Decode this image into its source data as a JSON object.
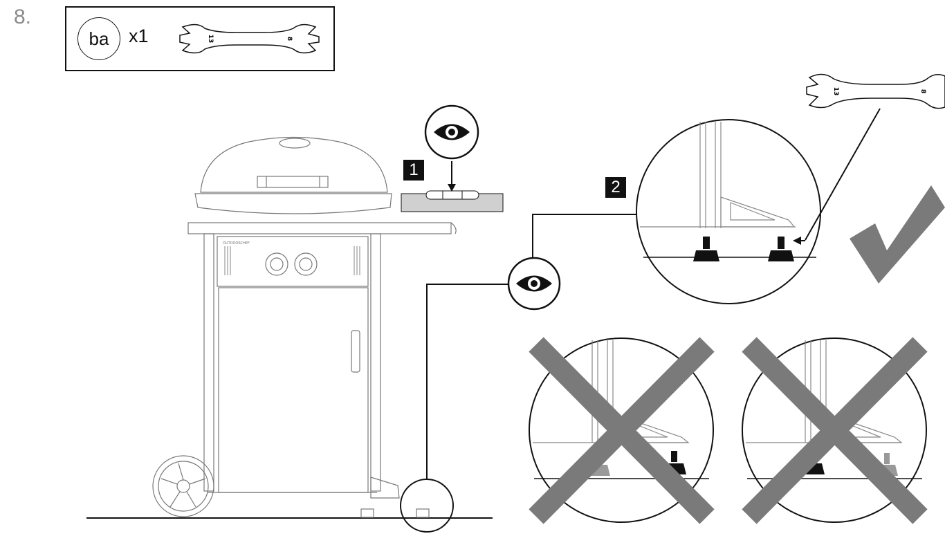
{
  "step": {
    "number": "8."
  },
  "parts": {
    "code": "ba",
    "quantity": "x1",
    "wrench_sizes": [
      "13",
      "8"
    ],
    "wrench_icon": "open-end-wrench-icon"
  },
  "grill": {
    "brand_label": "OUTDOORCHEF"
  },
  "callouts": {
    "level_check": "1",
    "foot_adjust": "2"
  },
  "icons": {
    "inspect": "eye-icon",
    "correct": "checkmark-icon",
    "incorrect": "cross-icon"
  },
  "colors": {
    "line": "#111111",
    "mark": "#7a7a7a",
    "level_body": "#d0d0d0"
  }
}
